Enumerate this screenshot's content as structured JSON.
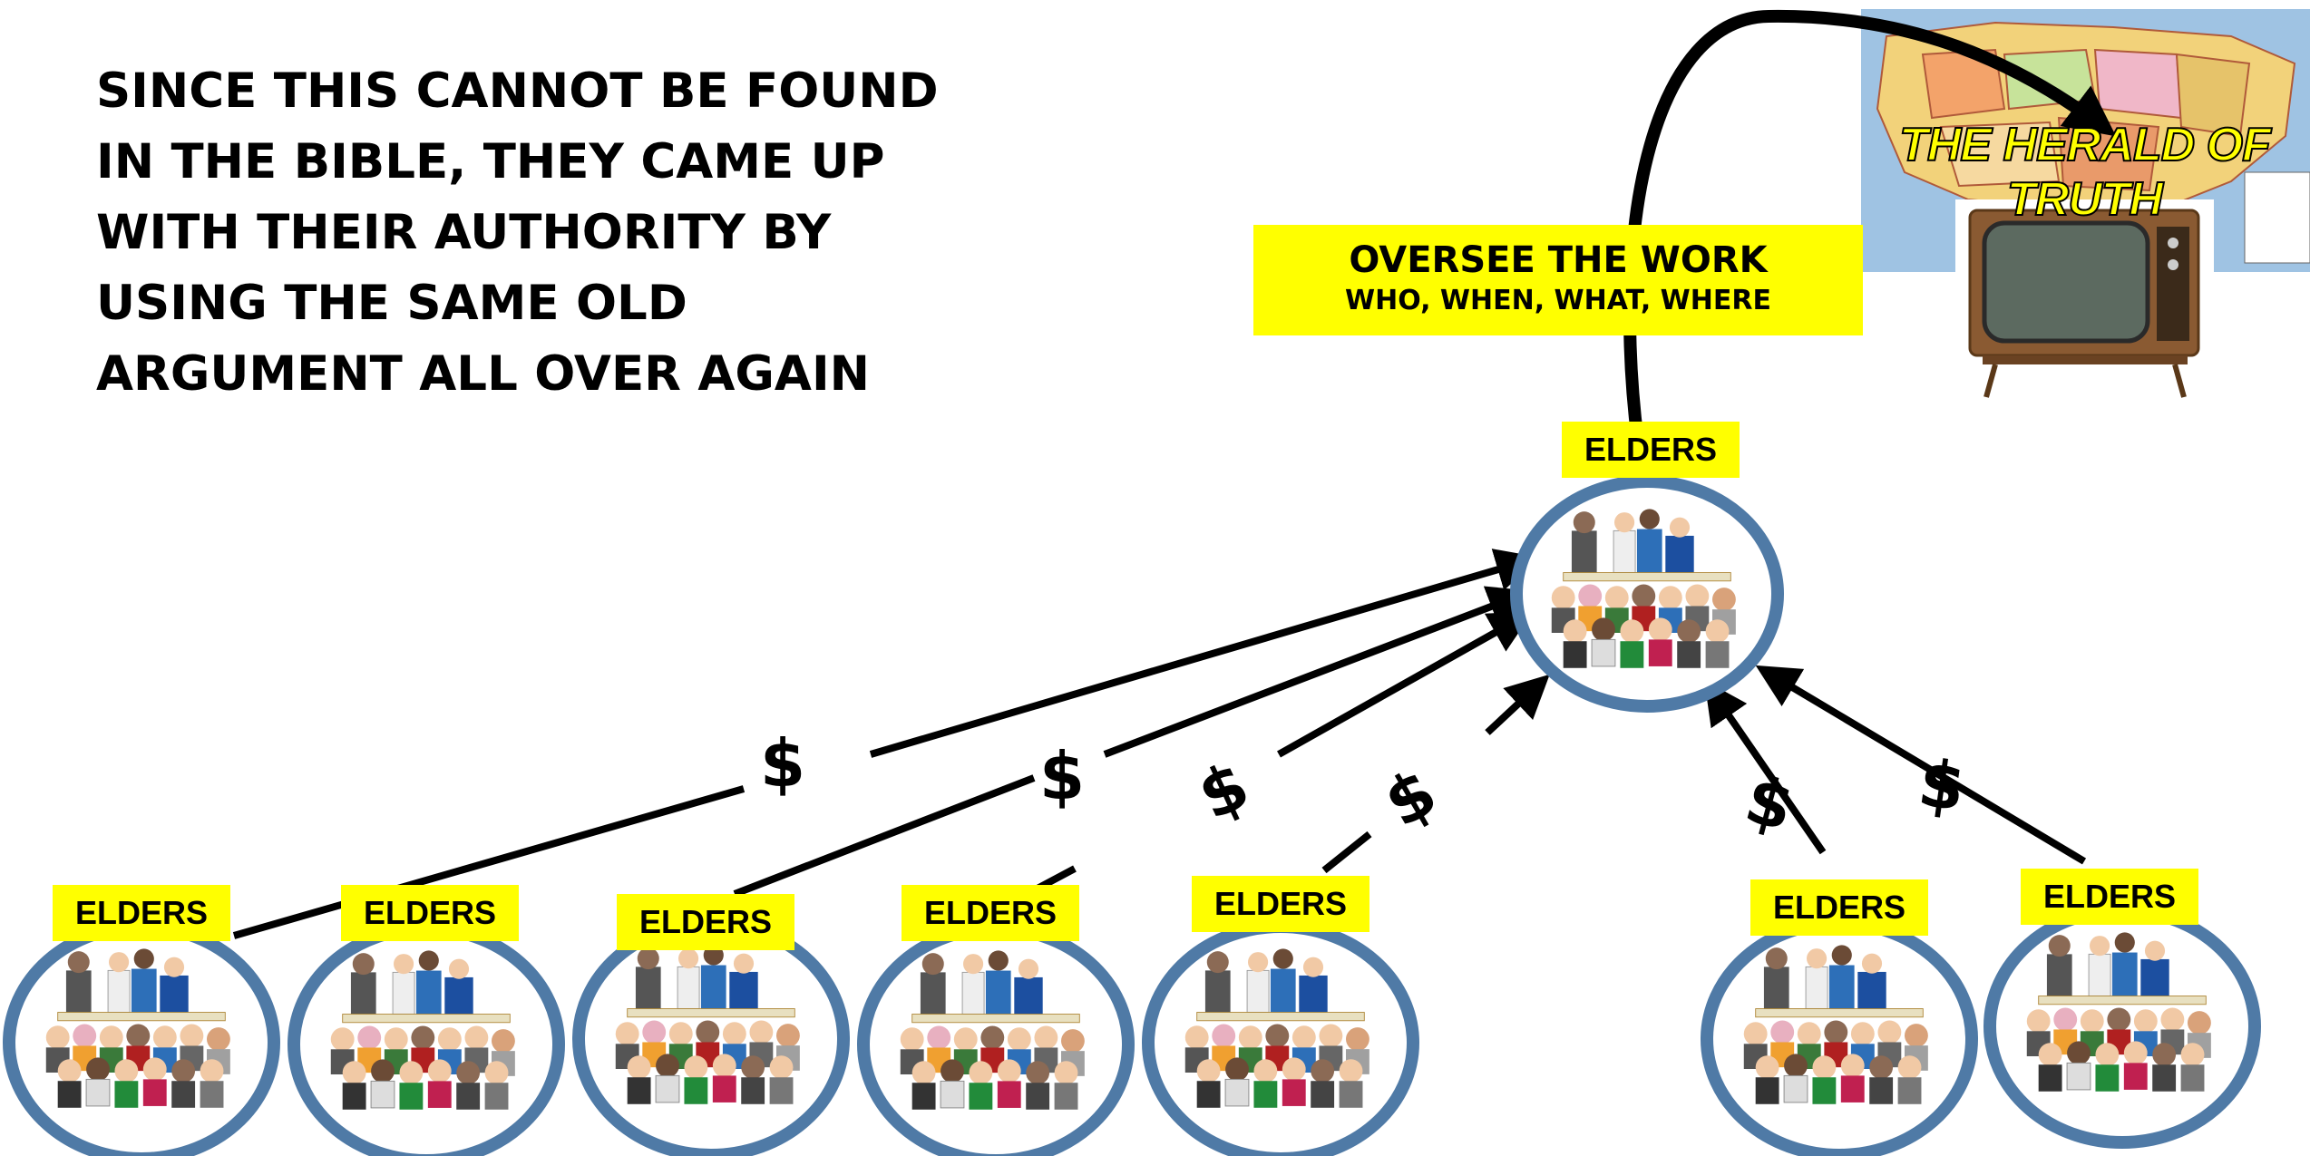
{
  "headline": "SINCE THIS CANNOT BE FOUND IN THE BIBLE, THEY CAME UP WITH THEIR AUTHORITY BY USING THE SAME OLD ARGUMENT ALL OVER AGAIN",
  "oversee": {
    "title": "OVERSEE THE WORK",
    "subtitle": "WHO, WHEN, WHAT, WHERE"
  },
  "herald": {
    "title": "THE HERALD OF TRUTH"
  },
  "central_congregation": {
    "label": "ELDERS"
  },
  "congregations": [
    {
      "label": "ELDERS"
    },
    {
      "label": "ELDERS"
    },
    {
      "label": "ELDERS"
    },
    {
      "label": "ELDERS"
    },
    {
      "label": "ELDERS"
    },
    {
      "label": "ELDERS"
    },
    {
      "label": "ELDERS"
    }
  ],
  "money_symbol": "$",
  "colors": {
    "highlight": "#ffff00",
    "circle_outline": "#4f7aa6",
    "arrow": "#000000",
    "map_ocean": "#9fc3e3"
  }
}
